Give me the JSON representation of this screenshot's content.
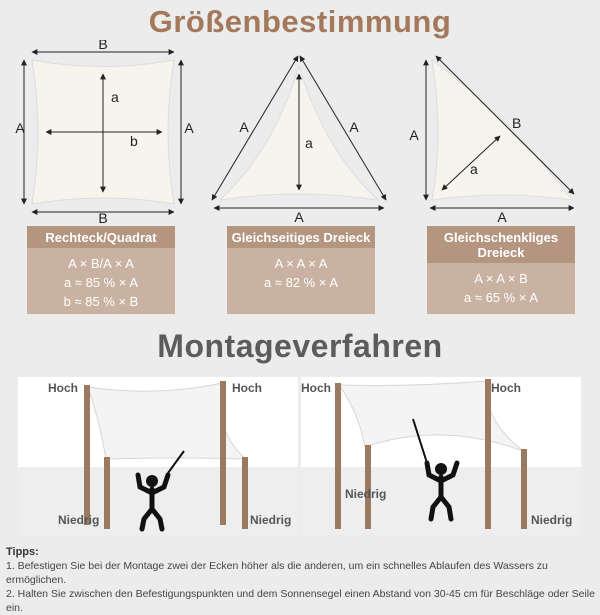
{
  "sizing": {
    "title": "Größenbestimmung",
    "shapes": [
      {
        "dims": {
          "top": "B",
          "left": "A",
          "right": "A",
          "bottom": "B",
          "inner_v": "a",
          "inner_h": "b"
        },
        "name": "Rechteck/Quadrat",
        "lines": [
          "A × B/A × A",
          "a ≈ 85 % × A",
          "b ≈ 85 % × B"
        ]
      },
      {
        "dims": {
          "left": "A",
          "right": "A",
          "bottom": "A",
          "inner": "a"
        },
        "name": "Gleichseitiges Dreieck",
        "lines": [
          "A × A × A",
          "a ≈ 82 % × A"
        ]
      },
      {
        "dims": {
          "left": "A",
          "hyp": "B",
          "bottom": "A",
          "inner": "a"
        },
        "name": "Gleichschenkliges Dreieck",
        "lines": [
          "A × A × B",
          "a ≈ 65 % × A"
        ]
      }
    ]
  },
  "mounting": {
    "title": "Montageverfahren",
    "scene1": {
      "high_left": "Hoch",
      "high_right": "Hoch",
      "low_left": "Niedrig",
      "low_right": "Niedrig"
    },
    "scene2": {
      "high_left": "Hoch",
      "high_right": "Hoch",
      "low_left": "Niedrig",
      "low_right": "Niedrig"
    }
  },
  "tips": {
    "heading": "Tipps:",
    "items": [
      "1. Befestigen Sie bei der Montage zwei der Ecken höher als die anderen, um ein schnelles Ablaufen des Wassers zu ermöglichen.",
      "2. Halten Sie zwischen den Befestigungspunkten und dem Sonnensegel einen Abstand von 30-45 cm für Beschläge oder Seile ein."
    ]
  },
  "colors": {
    "accent": "#a4795b",
    "card_head": "#b39580",
    "card_body": "#c9b2a1",
    "heading2": "#5c5c5c",
    "post": "#9c7a62"
  }
}
